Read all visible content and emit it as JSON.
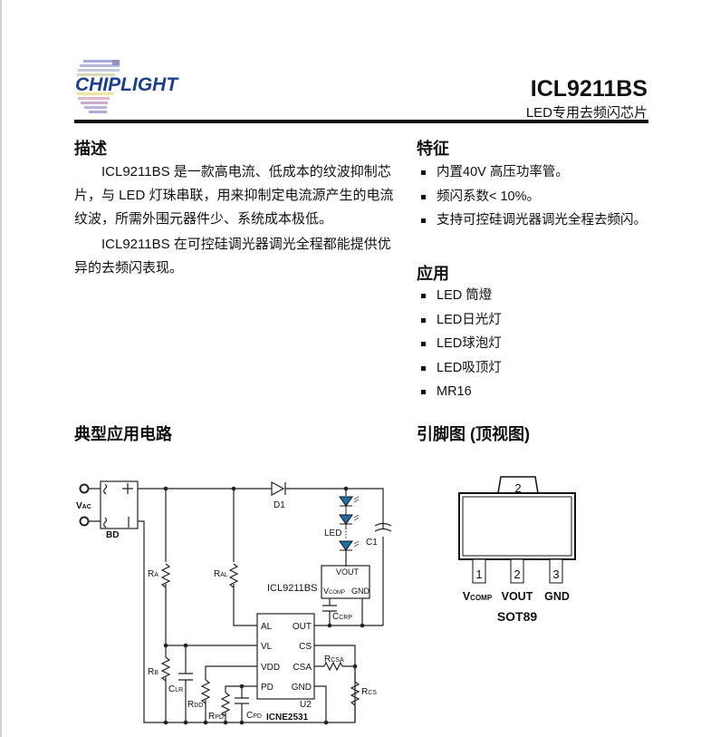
{
  "header": {
    "logo_text": "CHIPLIGHT",
    "title": "ICL9211BS",
    "subtitle": "LED专用去频闪芯片"
  },
  "description": {
    "heading": "描述",
    "paragraphs": [
      "ICL9211BS 是一款高电流、低成本的纹波抑制芯片，与 LED 灯珠串联，用来抑制定电流源产生的电流纹波，所需外围元器件少、系统成本极低。",
      "ICL9211BS 在可控硅调光器调光全程都能提供优异的去频闪表现。"
    ]
  },
  "features": {
    "heading": "特征",
    "items": [
      "内置40V 高压功率管。",
      "频闪系数< 10%。",
      "支持可控硅调光器调光全程去频闪。"
    ]
  },
  "applications": {
    "heading": "应用",
    "items": [
      "LED 筒燈",
      "LED日光灯",
      "LED球泡灯",
      "LED吸顶灯",
      "MR16"
    ]
  },
  "circuit": {
    "heading": "典型应用电路",
    "labels": {
      "vac": {
        "m": "V",
        "s": "AC"
      },
      "bd": "BD",
      "d1": "D1",
      "led": "LED",
      "c1": "C1",
      "ra": {
        "m": "R",
        "s": "A"
      },
      "ral": {
        "m": "R",
        "s": "AL"
      },
      "rb": {
        "m": "R",
        "s": "B"
      },
      "clr": {
        "m": "C",
        "s": "LR"
      },
      "rdd": {
        "m": "R",
        "s": "DD"
      },
      "rpd": {
        "m": "R",
        "s": "PD"
      },
      "cpd": {
        "m": "C",
        "s": "PD"
      },
      "ccrp": {
        "m": "C",
        "s": "CRP"
      },
      "rcsa": {
        "m": "R",
        "s": "CSA"
      },
      "rcs": {
        "m": "R",
        "s": "CS"
      },
      "u2": "U2",
      "u2_part": "ICNE2531",
      "icl": "ICL9211BS",
      "icl_vout": "VOUT",
      "icl_vcomp": {
        "m": "V",
        "s": "COMP"
      },
      "icl_gnd": "GND",
      "pins_left": [
        "AL",
        "VL",
        "VDD",
        "PD"
      ],
      "pins_right": [
        "OUT",
        "CS",
        "CSA",
        "GND"
      ]
    }
  },
  "pinout": {
    "heading": "引脚图 (顶视图)",
    "tab_number": "2",
    "pin_numbers": [
      "1",
      "2",
      "3"
    ],
    "pin_names": [
      {
        "m": "V",
        "s": "COMP"
      },
      {
        "m": "VOUT",
        "s": ""
      },
      {
        "m": "GND",
        "s": ""
      }
    ],
    "package": "SOT89"
  },
  "colors": {
    "led": "#1f6fa8",
    "logo_blue": "#1d3f8f"
  }
}
